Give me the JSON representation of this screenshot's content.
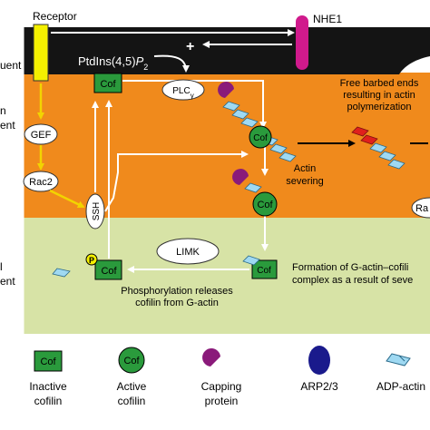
{
  "colors": {
    "membrane": "#141414",
    "cortex": "#f08a1c",
    "cytoplasm": "#d7e3a6",
    "cofilin_green": "#2a9a3c",
    "receptor_yellow": "#f4f000",
    "nhe1_magenta": "#d01a8c",
    "capping_purple": "#8a1a7a",
    "arp_blue": "#1a1a8c",
    "actin_blue": "#9fd9f2",
    "arrow_yellow": "#f2d400",
    "red_barbed": "#e0201c"
  },
  "labels": {
    "receptor": "Receptor",
    "nhe1": "NHE1",
    "plus": "+",
    "ptdins": "PtdIns(4,5)",
    "ptdins_p": "P",
    "ptdins_sub": "2",
    "plc": "PLC",
    "plc_gamma": "γ",
    "gef": "GEF",
    "rac2": "Rac2",
    "ssh": "SSH",
    "limk": "LIMK",
    "phospho_p": "P",
    "cof": "Cof",
    "region_membrane": "uent",
    "region_cortex_a": "n",
    "region_cortex_b": "ent",
    "region_cyto_a": "l",
    "region_cyto_b": "ent",
    "rac_right": "Ra",
    "actin_severing_1": "Actin",
    "actin_severing_2": "severing",
    "barbed_1": "Free barbed ends",
    "barbed_2": "resulting in actin",
    "barbed_3": "polymerization",
    "formation_1": "Formation of G-actin–cofili",
    "formation_2": "complex as a result of seve",
    "phospho_1": "Phosphorylation releases",
    "phospho_2": "cofilin from G-actin"
  },
  "legend": [
    {
      "icon": "inactive-cofilin-icon",
      "line1": "Inactive",
      "line2": "cofilin",
      "glyph": "Cof"
    },
    {
      "icon": "active-cofilin-icon",
      "line1": "Active",
      "line2": "cofilin",
      "glyph": "Cof"
    },
    {
      "icon": "capping-protein-icon",
      "line1": "Capping",
      "line2": "protein",
      "glyph": ""
    },
    {
      "icon": "arp23-icon",
      "line1": "ARP2/3",
      "line2": "",
      "glyph": ""
    },
    {
      "icon": "adp-actin-icon",
      "line1": "ADP-actin",
      "line2": "",
      "glyph": ""
    }
  ]
}
